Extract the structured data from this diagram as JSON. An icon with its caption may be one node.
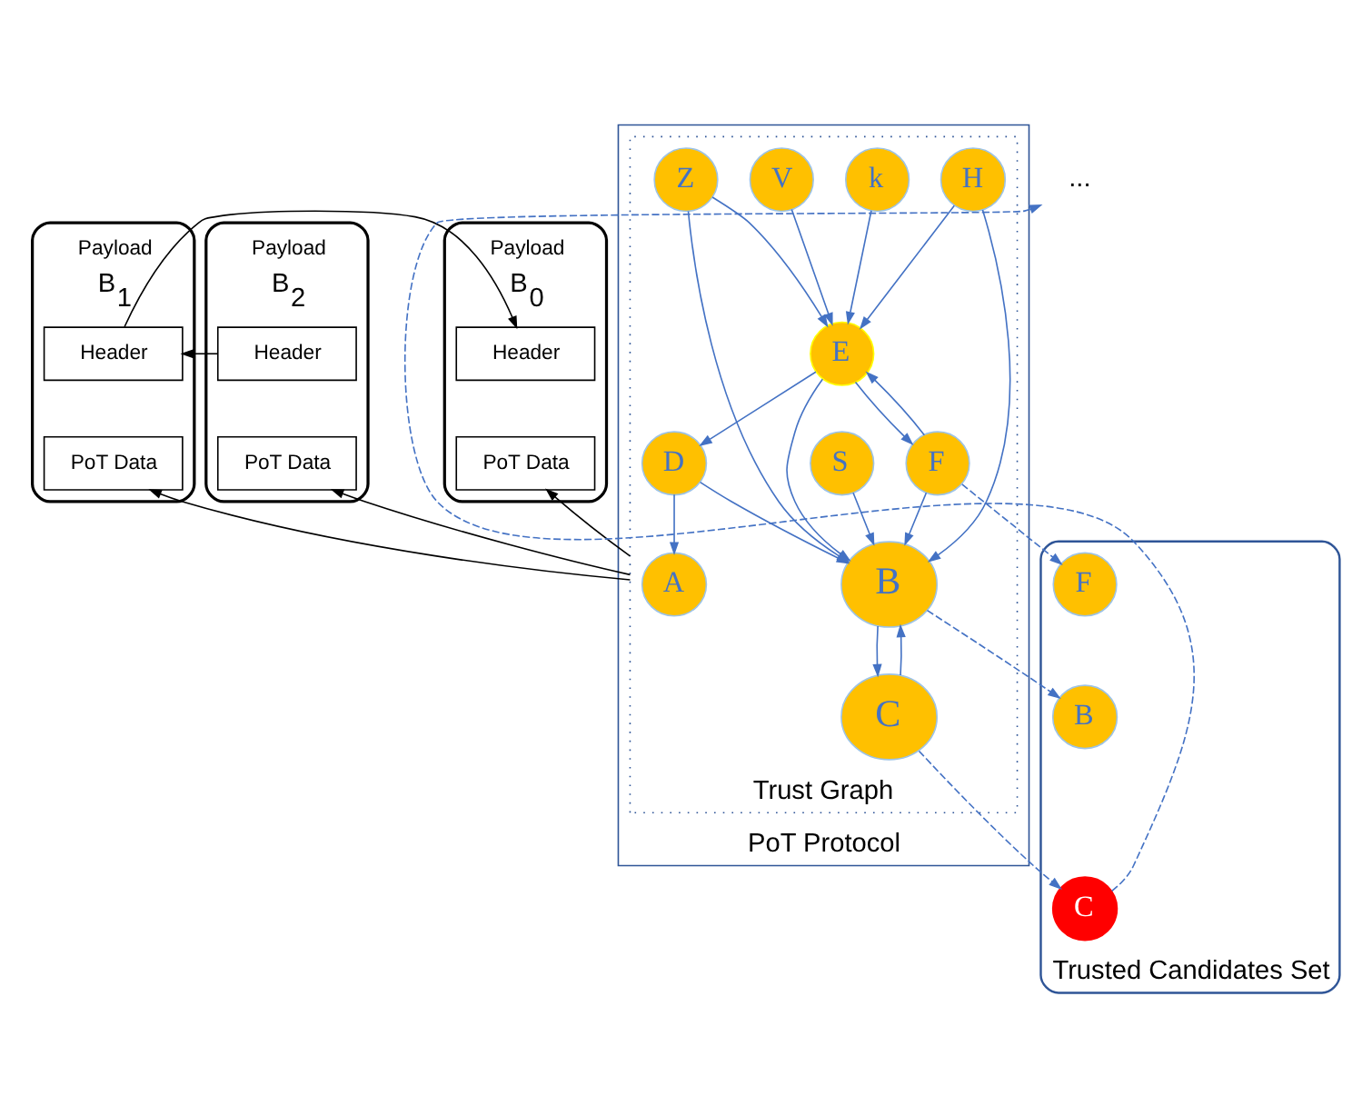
{
  "diagram": {
    "nodes": [
      {
        "text": [
          "Payload"
        ],
        "beside": [
          "B$_{0}$"
        ]
      },
      {
        "text": [
          "Header"
        ],
        "in": 0
      },
      {
        "text": [
          "PoT Data"
        ],
        "in": 0
      },
      {
        "text": [
          "Payload"
        ],
        "beside": [
          "B$_{1}$"
        ]
      },
      {
        "text": [
          "Header"
        ],
        "in": 3
      },
      {
        "text": [
          "PoT Data"
        ],
        "in": 3
      },
      {
        "text": [
          "Payload"
        ],
        "beside": [
          "B$_{2}$"
        ]
      },
      {
        "text": [
          "Header"
        ],
        "in": 6
      },
      {
        "text": [
          "PoT Data"
        ],
        "in": 6
      },
      {
        "text": [
          "..."
        ]
      },
      {
        "text": [
          "PoT Protocol"
        ]
      },
      {
        "text": [
          "Trust Graph"
        ],
        "in": 10
      },
      {
        "text": [
          "A"
        ],
        "in": 11
      },
      {
        "text": [
          "B"
        ],
        "in": 11
      },
      {
        "text": [
          "C"
        ],
        "in": 11
      },
      {
        "text": [
          "D"
        ],
        "in": 11
      },
      {
        "text": [
          "E"
        ],
        "in": 11
      },
      {
        "text": [
          "F"
        ],
        "in": 11
      },
      {
        "text": [
          "S"
        ],
        "in": 11
      },
      {
        "text": [
          "H"
        ],
        "in": 11
      },
      {
        "text": [
          "Z"
        ],
        "in": 11
      },
      {
        "text": [
          "V"
        ],
        "in": 11
      },
      {
        "text": [
          "k"
        ],
        "in": 11
      },
      {
        "text": [
          "Trusted Candidates Set"
        ]
      },
      {
        "text": [
          "B"
        ],
        "in": 23
      },
      {
        "text": [
          "C"
        ],
        "in": 23
      },
      {
        "text": [
          "F"
        ],
        "in": 23
      }
    ],
    "edges": [
      {
        "from": 4,
        "to": 1,
        "arrow": "to",
        "color": "#000000"
      },
      {
        "from": 7,
        "to": 4,
        "arrow": "to",
        "color": "#000000"
      },
      {
        "from": 11,
        "to": 2,
        "arrow": "to",
        "color": "#000000"
      },
      {
        "from": 11,
        "to": 5,
        "arrow": "to",
        "color": "#000000"
      },
      {
        "from": 11,
        "to": 8,
        "arrow": "to",
        "color": "#000000"
      },
      {
        "from": 14,
        "to": 13,
        "arrow": "to"
      },
      {
        "from": 13,
        "to": 14,
        "arrow": "to"
      },
      {
        "from": 15,
        "to": 12,
        "arrow": "to"
      },
      {
        "from": 15,
        "to": 13,
        "arrow": "to"
      },
      {
        "from": 18,
        "to": 13,
        "arrow": "to"
      },
      {
        "from": 19,
        "to": 13,
        "arrow": "to"
      },
      {
        "from": 20,
        "to": 13,
        "arrow": "to"
      },
      {
        "from": 16,
        "to": 13,
        "arrow": "to"
      },
      {
        "from": 17,
        "to": 13,
        "arrow": "to"
      },
      {
        "from": 16,
        "to": 15,
        "arrow": "to"
      },
      {
        "from": 16,
        "to": 17,
        "arrow": "to"
      },
      {
        "from": 17,
        "to": 16,
        "arrow": "to"
      },
      {
        "from": 19,
        "to": 16,
        "arrow": "to"
      },
      {
        "from": 20,
        "to": 16,
        "arrow": "to"
      },
      {
        "from": 21,
        "to": 16,
        "arrow": "to"
      },
      {
        "from": 22,
        "to": 16,
        "arrow": "to"
      },
      {
        "from": 13,
        "to": 24,
        "arrow": "to",
        "style": "dashed"
      },
      {
        "from": 14,
        "to": 25,
        "arrow": "to",
        "style": "dashed"
      },
      {
        "from": 17,
        "to": 26,
        "arrow": "to",
        "style": "dashed"
      },
      {
        "from": 25,
        "to": 9,
        "arrow": "to",
        "style": "dashed"
      }
    ]
  }
}
